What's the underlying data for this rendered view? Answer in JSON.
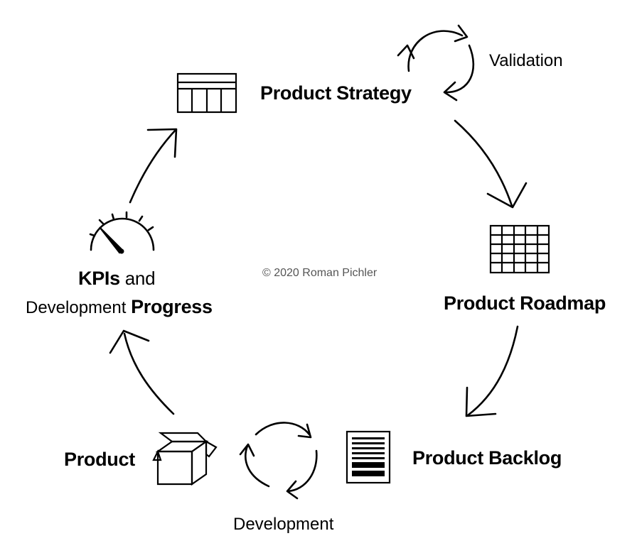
{
  "diagram": {
    "nodes": {
      "strategy": {
        "label": "Product Strategy"
      },
      "roadmap": {
        "label": "Product Roadmap"
      },
      "backlog": {
        "label": "Product Backlog"
      },
      "product": {
        "label": "Product"
      },
      "kpis": {
        "line1_bold": "KPIs",
        "line1_rest": " and",
        "line2_rest": "Development ",
        "line2_bold": "Progress"
      }
    },
    "loops": {
      "validation": {
        "label": "Validation"
      },
      "development": {
        "label": "Development"
      }
    },
    "copyright": "© 2020 Roman Pichler",
    "icons": {
      "strategy": "table-grid-icon",
      "roadmap": "roadmap-grid-icon",
      "backlog": "backlog-list-icon",
      "product": "open-box-icon",
      "kpis": "speedometer-icon",
      "validation": "cycle-arrows-icon",
      "development": "cycle-arrows-icon"
    }
  }
}
